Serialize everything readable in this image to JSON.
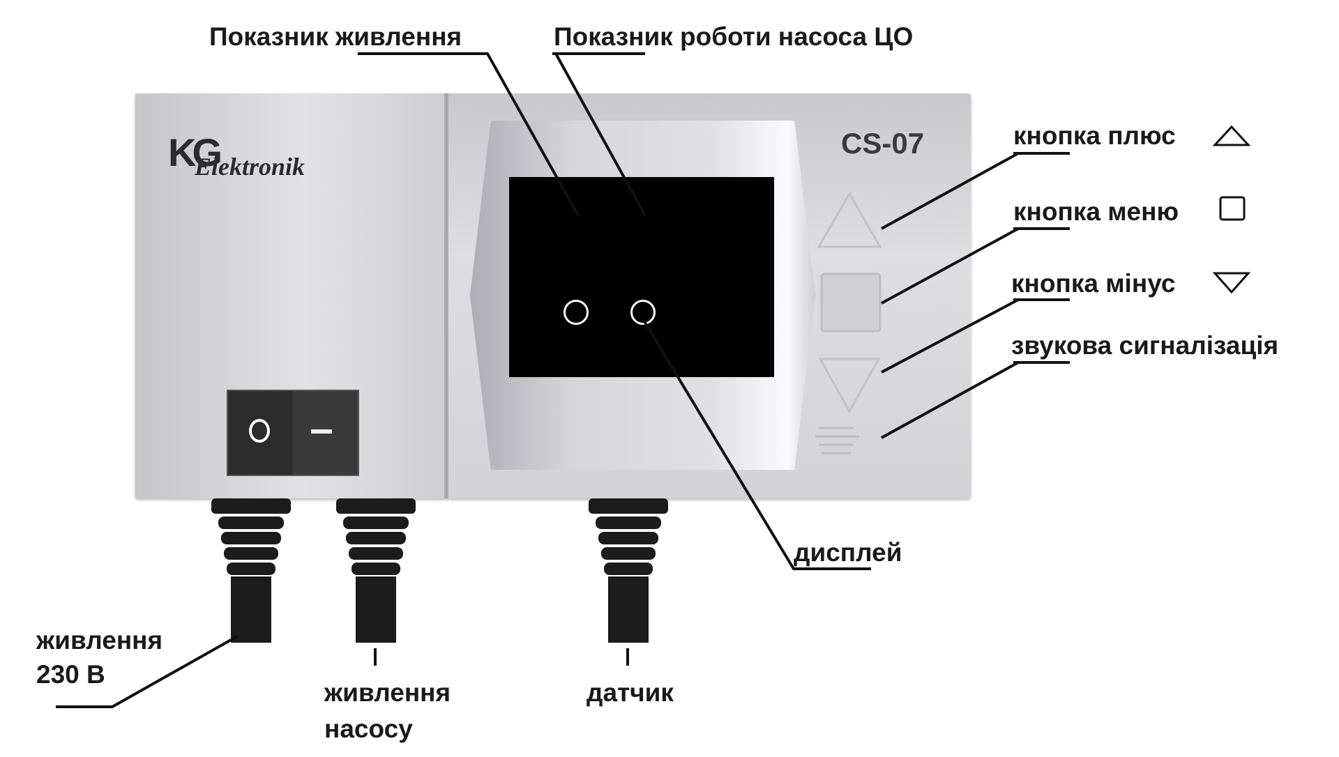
{
  "device": {
    "brand": "KG Elektronik",
    "brand_kg": "KG",
    "brand_el": "Elektronik",
    "model": "CS-07"
  },
  "labels": {
    "power_indicator": "Показник живлення",
    "pump_indicator": "Показник роботи насоса ЦО",
    "plus_button": "кнопка плюс",
    "menu_button": "кнопка меню",
    "minus_button": "кнопка мінус",
    "sound_alarm": "звукова сигналізація",
    "display": "дисплей",
    "power_230_line1": "живлення",
    "power_230_line2": "230 В",
    "pump_power_line1": "живлення",
    "pump_power_line2": "насосу",
    "sensor": "датчик"
  },
  "icons": {
    "plus": "triangle-up-icon",
    "menu": "square-icon",
    "minus": "triangle-down-icon"
  }
}
